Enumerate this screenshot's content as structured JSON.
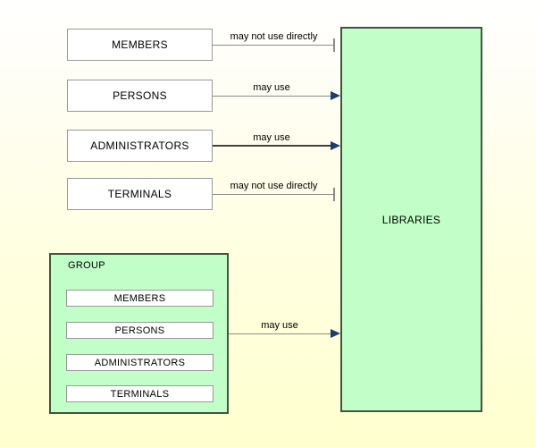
{
  "entities": [
    {
      "label": "MEMBERS"
    },
    {
      "label": "PERSONS"
    },
    {
      "label": "ADMINISTRATORS"
    },
    {
      "label": "TERMINALS"
    }
  ],
  "group": {
    "label": "GROUP",
    "children": [
      "MEMBERS",
      "PERSONS",
      "ADMINISTRATORS",
      "TERMINALS"
    ]
  },
  "target": {
    "label": "LIBRARIES"
  },
  "arrows": [
    {
      "from": "MEMBERS",
      "to": "LIBRARIES",
      "label": "may not use directly",
      "style": "blocked"
    },
    {
      "from": "PERSONS",
      "to": "LIBRARIES",
      "label": "may use",
      "style": "arrow"
    },
    {
      "from": "ADMINISTRATORS",
      "to": "LIBRARIES",
      "label": "may use",
      "style": "arrow-bold"
    },
    {
      "from": "TERMINALS",
      "to": "LIBRARIES",
      "label": "may not use directly",
      "style": "blocked"
    },
    {
      "from": "GROUP",
      "to": "LIBRARIES",
      "label": "may use",
      "style": "arrow"
    }
  ],
  "colors": {
    "background_top": "#ffffff",
    "background_bottom": "#ffffcf",
    "entity_fill": "#ffffff",
    "entity_border": "#999999",
    "green_fill": "#c2ffc8",
    "green_border": "#42543f",
    "line_gray": "#8c8c8c",
    "line_dark": "#404040",
    "arrowhead": "#1d3d6e"
  }
}
